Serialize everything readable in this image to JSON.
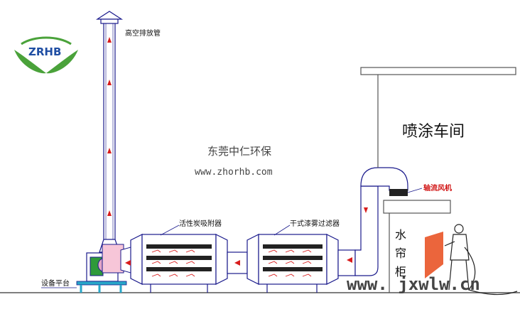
{
  "brand": {
    "logo_text": "ZRHB"
  },
  "watermark": {
    "company": "东莞中仁环保",
    "website": "www.zhorhb.com"
  },
  "labels": {
    "stack": "高空排放管",
    "carbon_adsorber": "活性炭吸附器",
    "dry_filter": "干式漆雾过滤器",
    "equipment_platform": "设备平台",
    "axial_fan": "轴流风机",
    "booth_room": "喷涂车间",
    "water_curtain_1": "水",
    "water_curtain_2": "帘",
    "water_curtain_3": "柜",
    "bottom_url": "www. jxwlw.cn"
  },
  "colors": {
    "line": "#1a1a8c",
    "duct_fill": "#ffffff",
    "flow_arrow": "#d81c1c",
    "logo_green": "#4aa23a",
    "logo_blue": "#1f4ea3",
    "platform_cyan": "#28a7c9",
    "spray": "#e84a1a"
  },
  "icons": [
    "flow-arrow-icon",
    "logo-leaf-icon",
    "spray-worker-icon"
  ]
}
